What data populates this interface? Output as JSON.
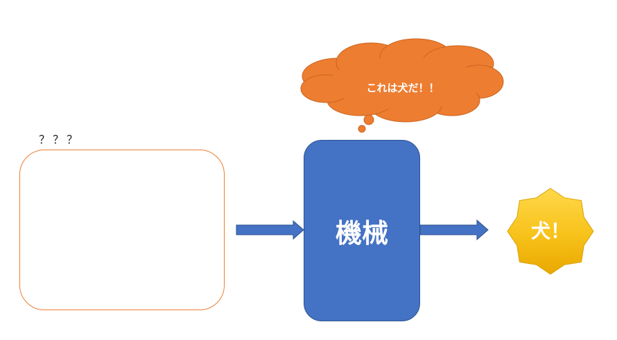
{
  "labels": {
    "question": "？？？",
    "machine": "機械",
    "thought": "これは犬だ！！",
    "result": "犬！"
  },
  "colors": {
    "accent_orange": "#ed7d31",
    "machine_blue": "#4472c4",
    "arrow_blue": "#4472c4",
    "badge_gold": "#f5b800"
  },
  "icons": {
    "input_image": "husky-puppies-image",
    "thought": "thought-cloud",
    "result": "star-badge"
  }
}
